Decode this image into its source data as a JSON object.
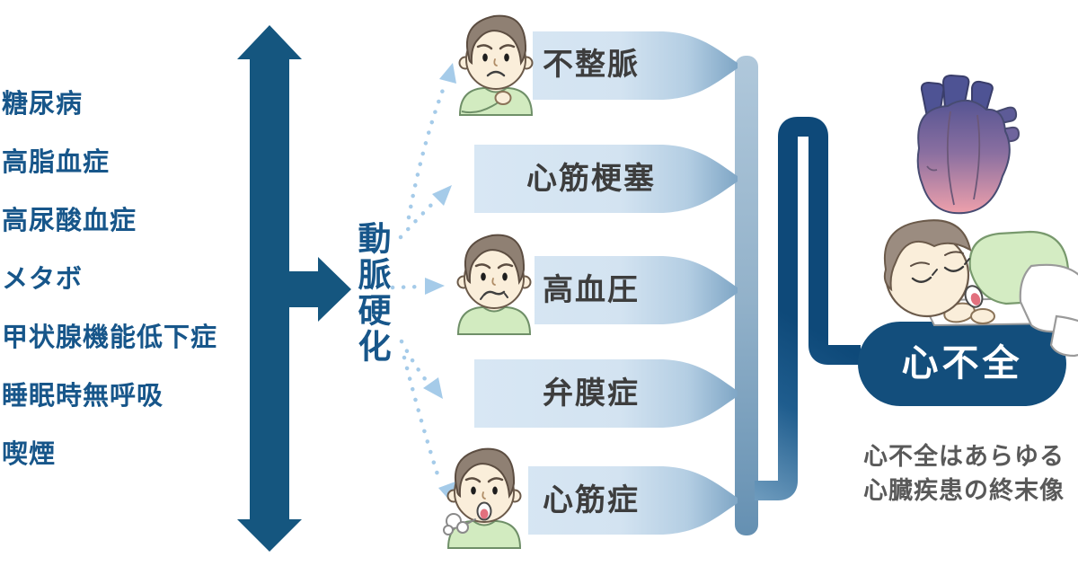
{
  "diagram": {
    "risk_factors": {
      "items": [
        "糖尿病",
        "高脂血症",
        "高尿酸血症",
        "メタボ",
        "甲状腺機能低下症",
        "睡眠時無呼吸",
        "喫煙"
      ]
    },
    "mediator": {
      "label": "動脈硬化"
    },
    "conditions": [
      {
        "label": "不整脈"
      },
      {
        "label": "心筋梗塞"
      },
      {
        "label": "高血圧"
      },
      {
        "label": "弁膜症"
      },
      {
        "label": "心筋症"
      }
    ],
    "outcome": {
      "label": "心不全"
    },
    "caption": {
      "line1": "心不全はあらゆる",
      "line2": "心臓疾患の終末像"
    },
    "icons": {
      "vertical_arrow": "risk-severity-double-arrow",
      "dotted_arrows": "arteriosclerosis-to-disease-dotted-arrows",
      "characters": [
        "worried-man-chest-pain",
        "worried-man-grimace",
        "breathless-man"
      ],
      "heart": "anatomical-heart-illustration",
      "sleeping_person": "sleeping-man-illustration"
    },
    "colors": {
      "risk_text": "#17568a",
      "arrow": "#15567f",
      "banner_text": "#3d3d3d",
      "pill": "#134e7c",
      "pill_text": "#ffffff",
      "caption_text": "#595959",
      "dotted_arrow": "#a5cbe9"
    }
  }
}
